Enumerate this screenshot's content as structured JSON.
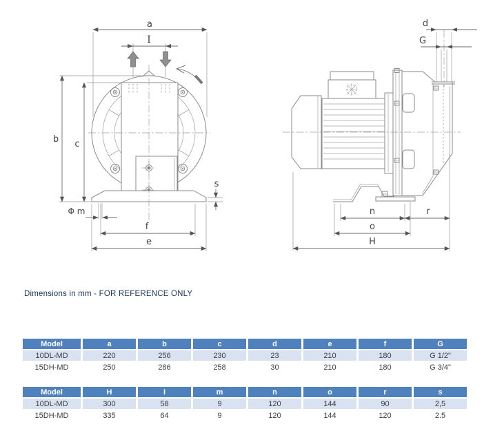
{
  "note": "Dimensions in mm -  FOR REFERENCE ONLY",
  "drawings": {
    "front_view": {
      "labels": {
        "a": "a",
        "I": "I",
        "b": "b",
        "c": "c",
        "s": "s",
        "phi_m": "Φ m",
        "f": "f",
        "e": "e"
      }
    },
    "side_view": {
      "labels": {
        "d": "d",
        "G": "G",
        "n": "n",
        "o": "o",
        "r": "r",
        "H": "H"
      }
    }
  },
  "tables": [
    {
      "headers": [
        "Model",
        "a",
        "b",
        "c",
        "d",
        "e",
        "f",
        "G"
      ],
      "rows": [
        [
          "10DL-MD",
          "220",
          "256",
          "230",
          "23",
          "210",
          "180",
          "G 1/2\""
        ],
        [
          "15DH-MD",
          "250",
          "286",
          "258",
          "30",
          "210",
          "180",
          "G 3/4\""
        ]
      ]
    },
    {
      "headers": [
        "Model",
        "H",
        "I",
        "m",
        "n",
        "o",
        "r",
        "s"
      ],
      "rows": [
        [
          "10DL-MD",
          "300",
          "58",
          "9",
          "120",
          "144",
          "90",
          "2,5"
        ],
        [
          "15DH-MD",
          "335",
          "64",
          "9",
          "120",
          "144",
          "120",
          "2.5"
        ]
      ]
    }
  ],
  "colors": {
    "table_header_bg": "#4E81BD",
    "table_band_bg": "#D9E2F1",
    "note_text": "#17365D",
    "drawing_line": "#8a8a8a",
    "dimension_line": "#6a6a6a"
  }
}
